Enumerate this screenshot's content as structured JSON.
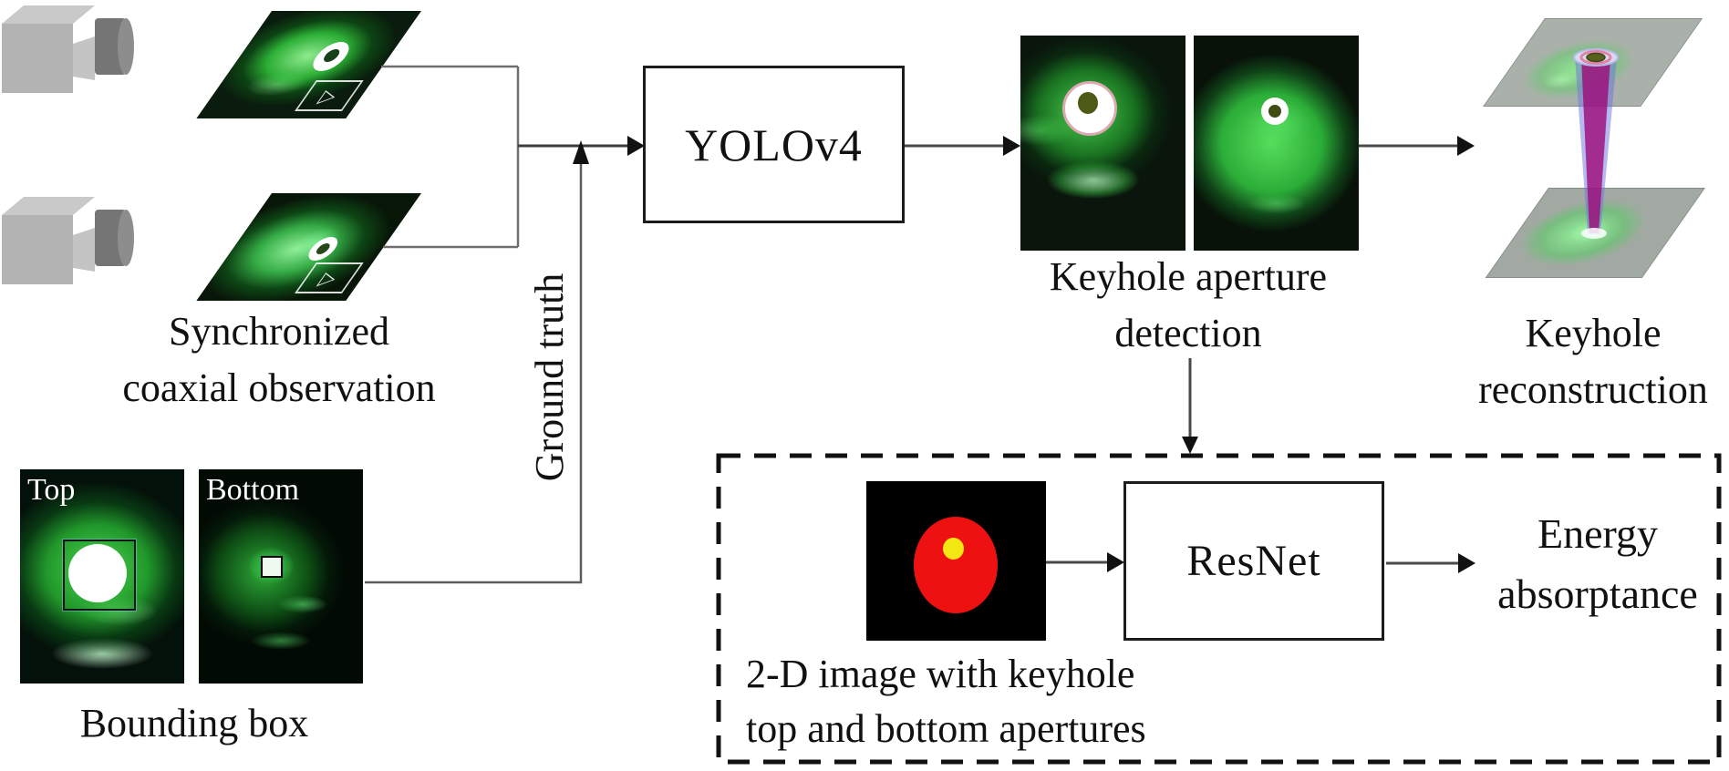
{
  "figure": {
    "labels": {
      "synchronized_line1": "Synchronized",
      "synchronized_line2": "coaxial observation",
      "ground_truth": "Ground truth",
      "yolo_box": "YOLOv4",
      "aperture_line1": "Keyhole aperture",
      "aperture_line2": "detection",
      "reconstruction_line1": "Keyhole",
      "reconstruction_line2": "reconstruction",
      "bounding_box_caption": "Bounding box",
      "top_image_tag": "Top",
      "bottom_image_tag": "Bottom",
      "twod_caption_line1": "2-D image with keyhole",
      "twod_caption_line2": "top and bottom apertures",
      "resnet_box": "ResNet",
      "energy_line1": "Energy",
      "energy_line2": "absorptance"
    },
    "icons": [
      "camera-icon",
      "camera-icon",
      "media-placeholder-icon",
      "media-placeholder-icon"
    ],
    "colors": {
      "melt_pool_green_bright": "#46dc4b",
      "melt_pool_green_dark": "#0c5a16",
      "aperture_marker_pink": "#dfa9b4",
      "segmentation_red": "#ee1111",
      "segmentation_yellow": "#f2e713",
      "cone_outer_blue": "#6e73e1",
      "cone_inner_magenta": "#9e0e7a",
      "camera_gray": "#b3b3b3",
      "line_gray": "#6a6a6a",
      "arrow_black": "#111111"
    }
  }
}
